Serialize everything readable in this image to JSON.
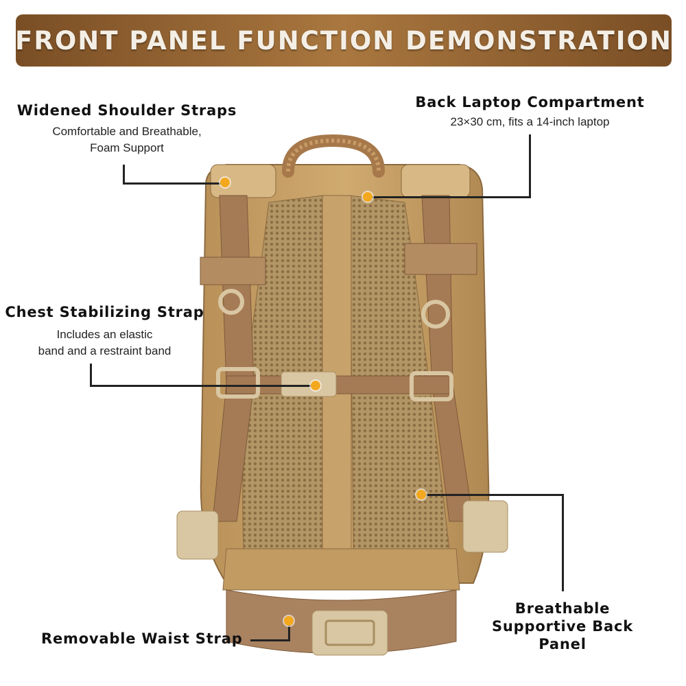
{
  "banner": {
    "title": "FRONT PANEL FUNCTION DEMONSTRATION"
  },
  "callouts": {
    "shoulder": {
      "title": "Widened Shoulder Straps",
      "desc_1": "Comfortable and Breathable,",
      "desc_2": "Foam Support"
    },
    "laptop": {
      "title": "Back Laptop Compartment",
      "desc_1": "23×30 cm, fits a 14-inch laptop"
    },
    "chest": {
      "title": "Chest Stabilizing Strap",
      "desc_1": "Includes an elastic",
      "desc_2": "band and a restraint band"
    },
    "back_panel": {
      "title_1": "Breathable",
      "title_2": "Supportive Back",
      "title_3": "Panel"
    },
    "waist": {
      "title": "Removable Waist Strap"
    }
  },
  "colors": {
    "banner_brown": "#8b5a2b",
    "pack_coyote": "#c9a46a",
    "strap_brown": "#9b7150",
    "mesh": "#b59a6e",
    "buckle": "#d9c6a2",
    "callout_dot": "#f4a81e"
  }
}
